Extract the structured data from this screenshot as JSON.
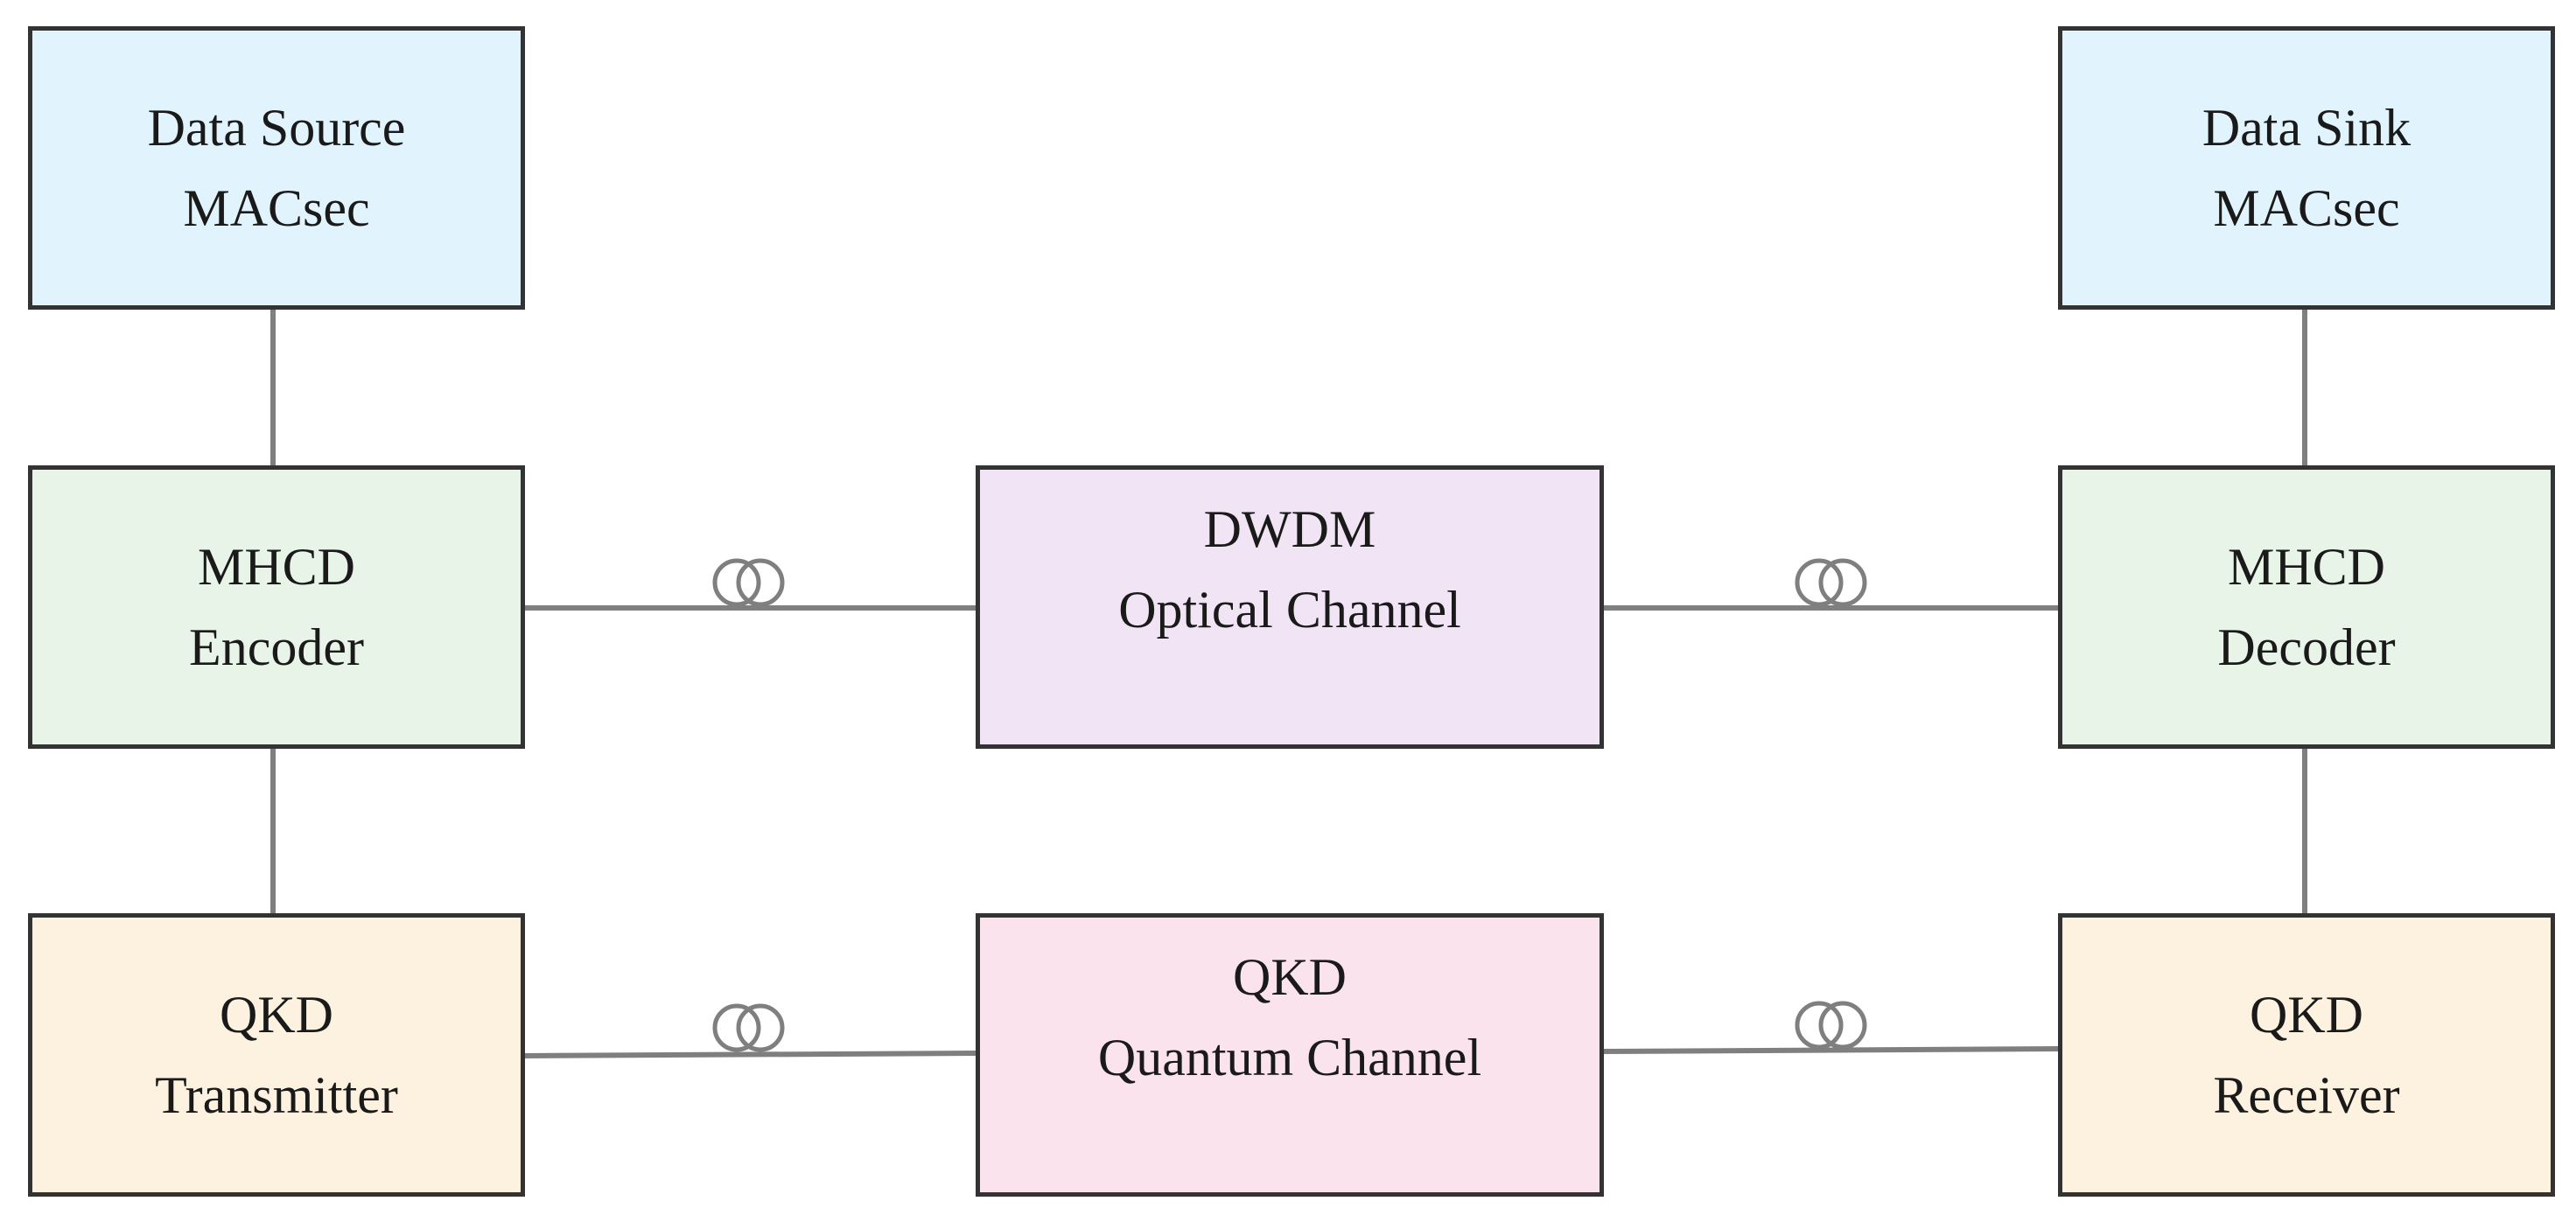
{
  "colors": {
    "line": "#7f7f7f",
    "border": "#333333",
    "text": "#1a1a1a",
    "macsec_fill": "#e1f4fd",
    "mhcd_fill": "#e8f4e8",
    "dwdm_fill": "#f1e4f5",
    "qkd_channel_fill": "#fae3ec",
    "qkd_endpoint_fill": "#fdf1df"
  },
  "blocks": {
    "data_source": {
      "line1": "Data Source",
      "line2": "MACsec"
    },
    "data_sink": {
      "line1": "Data Sink",
      "line2": "MACsec"
    },
    "mhcd_encoder": {
      "line1": "MHCD",
      "line2": "Encoder"
    },
    "mhcd_decoder": {
      "line1": "MHCD",
      "line2": "Decoder"
    },
    "dwdm_channel": {
      "line1": "DWDM",
      "line2": "Optical Channel"
    },
    "qkd_transmitter": {
      "line1": "QKD",
      "line2": "Transmitter"
    },
    "qkd_receiver": {
      "line1": "QKD",
      "line2": "Receiver"
    },
    "qkd_quantum_channel": {
      "line1": "QKD",
      "line2": "Quantum Channel"
    }
  },
  "connections": [
    {
      "from": "data_source",
      "to": "mhcd_encoder",
      "fiber": false
    },
    {
      "from": "mhcd_encoder",
      "to": "qkd_transmitter",
      "fiber": false
    },
    {
      "from": "data_sink",
      "to": "mhcd_decoder",
      "fiber": false
    },
    {
      "from": "mhcd_decoder",
      "to": "qkd_receiver",
      "fiber": false
    },
    {
      "from": "mhcd_encoder",
      "to": "dwdm_channel",
      "fiber": true
    },
    {
      "from": "dwdm_channel",
      "to": "mhcd_decoder",
      "fiber": true
    },
    {
      "from": "qkd_transmitter",
      "to": "qkd_quantum_channel",
      "fiber": true
    },
    {
      "from": "qkd_quantum_channel",
      "to": "qkd_receiver",
      "fiber": true
    }
  ],
  "icons": {
    "fiber_spool": "fiber-spool-icon"
  }
}
